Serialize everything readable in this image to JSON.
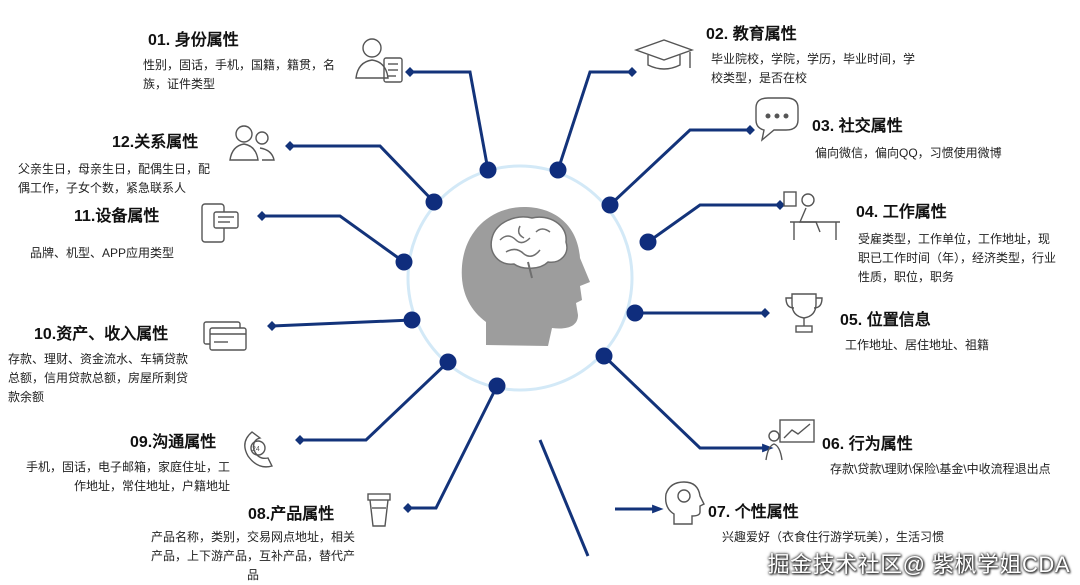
{
  "center": {
    "icon": "head-with-brain-icon"
  },
  "categories": [
    {
      "title": "01. 身份属性",
      "desc": "性别，固话，手机，国籍，籍贯，名族，证件类型",
      "icon": "id-card-person-icon"
    },
    {
      "title": "02. 教育属性",
      "desc": "毕业院校，学院，学历，毕业时间，学校类型，是否在校",
      "icon": "graduation-cap-icon"
    },
    {
      "title": "03. 社交属性",
      "desc": "偏向微信，偏向QQ，习惯使用微博",
      "icon": "chat-bubble-icon"
    },
    {
      "title": "04. 工作属性",
      "desc": "受雇类型，工作单位，工作地址，现职已工作时间（年），经济类型，行业性质，职位，职务",
      "icon": "person-at-desk-icon"
    },
    {
      "title": "05. 位置信息",
      "desc": "工作地址、居住地址、祖籍",
      "icon": "trophy-icon"
    },
    {
      "title": "06. 行为属性",
      "desc": "存款\\贷款\\理财\\保险\\基金\\中收流程退出点",
      "icon": "presentation-chart-icon"
    },
    {
      "title": "07. 个性属性",
      "desc": "兴趣爱好（衣食住行游学玩美），生活习惯",
      "icon": "head-profile-icon"
    },
    {
      "title": "08.产品属性",
      "desc": "产品名称，类别，交易网点地址，相关产品，上下游产品，互补产品，替代产品",
      "icon": "coffee-cup-icon"
    },
    {
      "title": "09.沟通属性",
      "desc": "手机，固话，电子邮箱，家庭住址，工作地址，常住地址，户籍地址",
      "icon": "phone-24-icon"
    },
    {
      "title": "10.资产、收入属性",
      "desc": "存款、理财、资金流水、车辆贷款总额，信用贷款总额，房屋所剩贷款余额",
      "icon": "bank-card-icon"
    },
    {
      "title": "11.设备属性",
      "desc": "品牌、机型、APP应用类型",
      "icon": "mobile-phone-icon"
    },
    {
      "title": "12.关系属性",
      "desc": "父亲生日，母亲生日，配偶生日，配偶工作，子女个数，紧急联系人",
      "icon": "people-group-icon"
    }
  ],
  "watermark": "掘金技术社区@ 紫枫学姐CDA",
  "colors": {
    "line": "#13337a",
    "dot": "#0f2d7d",
    "ring": "#d3e9f7",
    "head": "#9d9d9d"
  }
}
